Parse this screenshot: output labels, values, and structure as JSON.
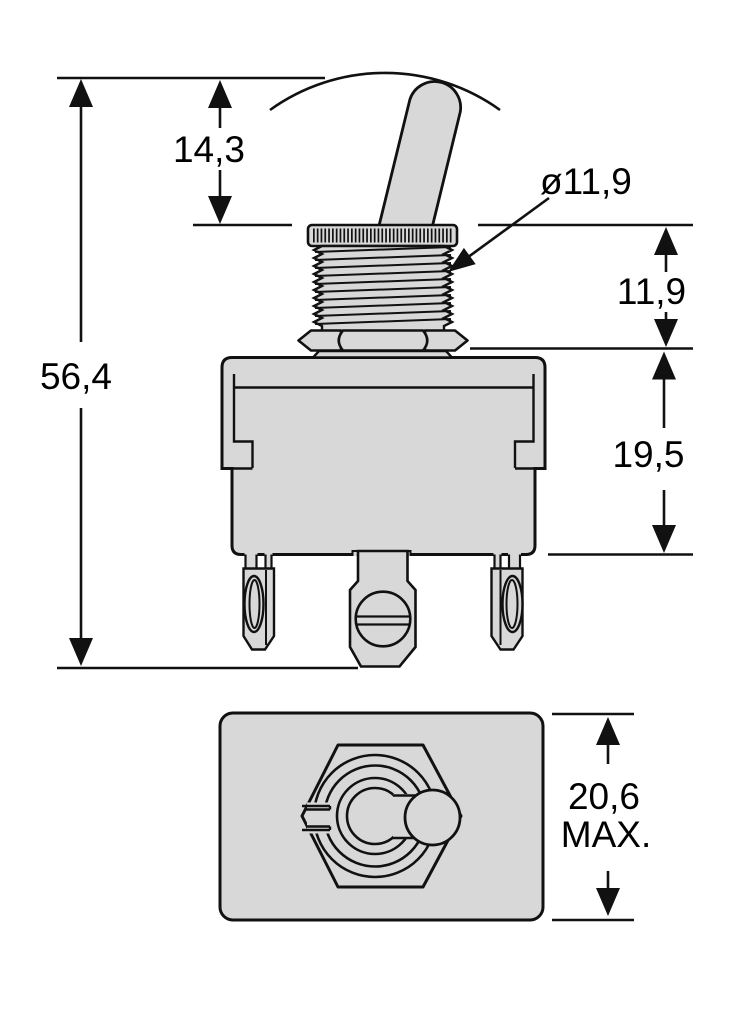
{
  "drawing": {
    "type": "dimensional-drawing",
    "subject": "toggle-switch",
    "colors": {
      "part_fill": "#d8d8d8",
      "line": "#111111",
      "background": "#ffffff"
    },
    "labels": {
      "total_height": "56,4",
      "lever_height": "14,3",
      "bushing_diameter": "ø11,9",
      "bushing_height": "11,9",
      "body_height": "19,5",
      "panel_size": "20,6",
      "panel_size_qualifier": "MAX."
    }
  }
}
